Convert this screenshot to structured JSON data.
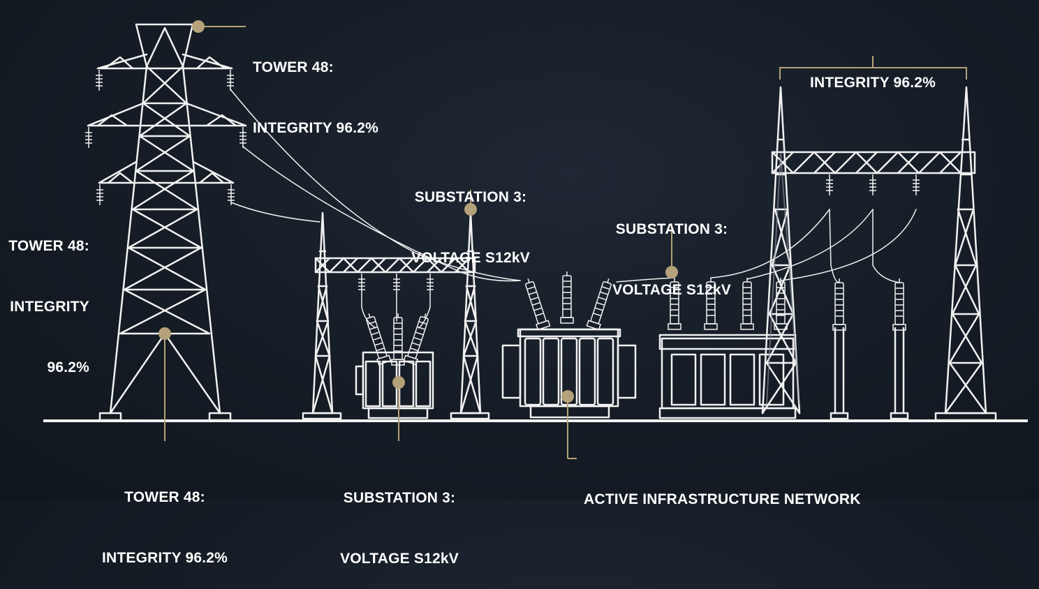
{
  "colors": {
    "background": "#151c25",
    "structure": "#f2f2f2",
    "accent": "#b5a27a"
  },
  "labels": {
    "tower_top": {
      "line1": "TOWER 48:",
      "line2": "INTEGRITY 96.2%"
    },
    "tower_left": {
      "line1": "TOWER 48:",
      "line2": "INTEGRITY",
      "line3": "96.2%"
    },
    "tower_bottom": {
      "line1": "TOWER 48:",
      "line2": "INTEGRITY 96.2%"
    },
    "substation_top": {
      "line1": "SUBSTATION 3:",
      "line2": "VOLTAGE S12kV"
    },
    "substation_mid": {
      "line1": "SUBSTATION 3:",
      "line2": "VOLTAGE S12kV"
    },
    "substation_bottom": {
      "line1": "SUBSTATION 3:",
      "line2": "VOLTAGE S12kV"
    },
    "gantry_top": {
      "line1": "INTEGRITY 96.2%"
    },
    "network": {
      "line1": "ACTIVE INFRASTRUCTURE NETWORK"
    }
  }
}
